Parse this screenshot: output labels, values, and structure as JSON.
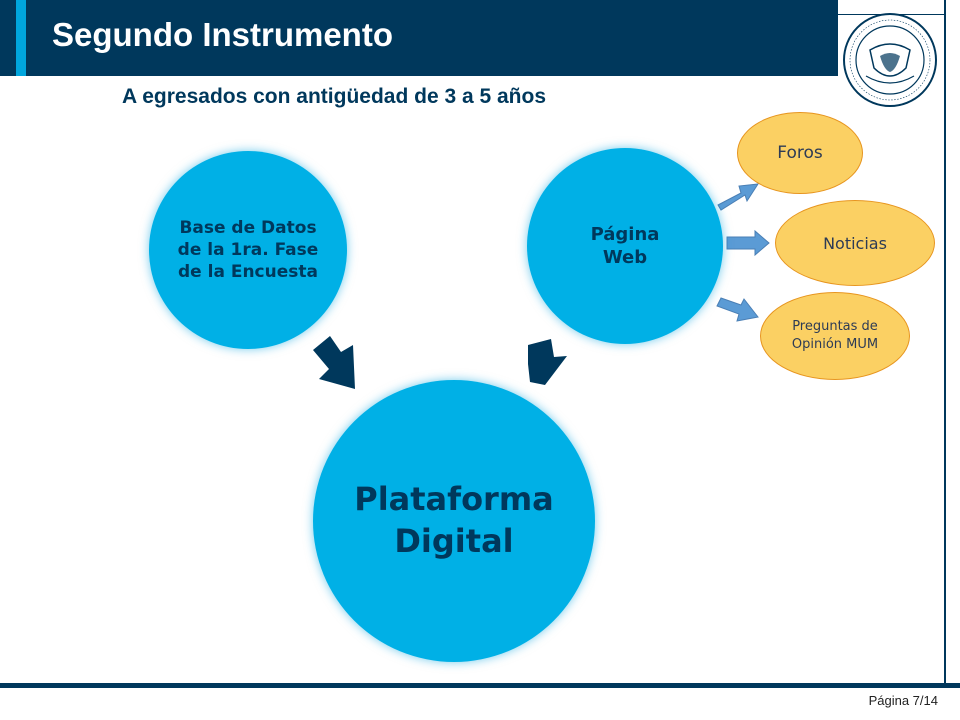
{
  "header": {
    "title": "Segundo Instrumento",
    "subtitle": "A egresados con antigüedad de 3 a 5 años"
  },
  "diagram": {
    "center": {
      "label": "Plataforma Digital"
    },
    "sources": [
      {
        "label": "Base de Datos de la 1ra. Fase de la Encuesta"
      },
      {
        "label": "Página Web"
      }
    ],
    "web_children": [
      {
        "label": "Foros"
      },
      {
        "label": "Noticias"
      },
      {
        "label": "Preguntas de Opinión MUM"
      }
    ]
  },
  "footer": {
    "page": "Página 7/14"
  },
  "colors": {
    "navy": "#00385c",
    "blue": "#00b0e6",
    "orange_fill": "#fbd063",
    "orange_border": "#e7951f",
    "arrow_light": "#5b9bd5"
  }
}
